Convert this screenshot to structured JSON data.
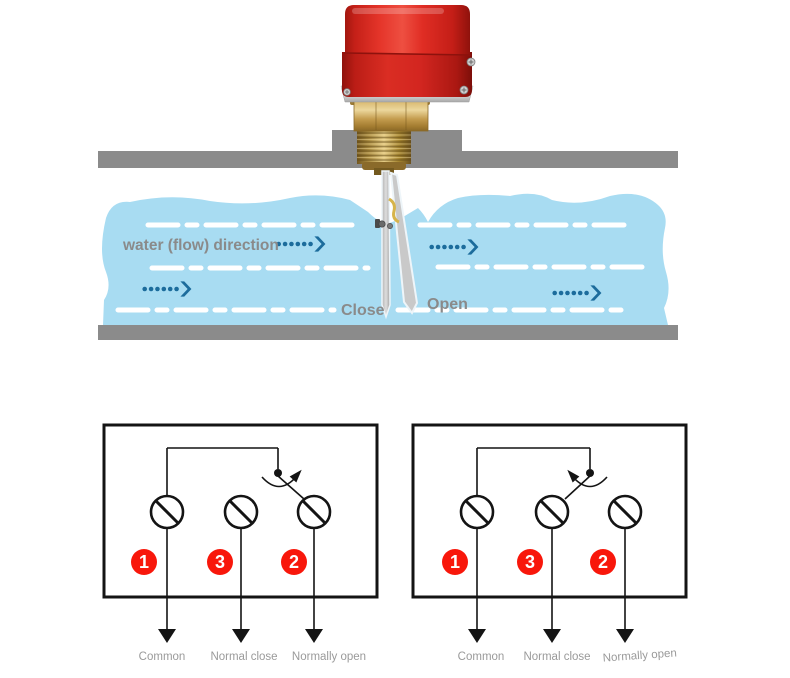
{
  "installation_view": {
    "flow_direction_label": "water (flow) direction",
    "paddle_state_labels": {
      "close": "Close",
      "open": "Open"
    }
  },
  "wiring_view": {
    "diagrams": [
      {
        "name": "lever-contacting-terminal-2",
        "lever_contact": "2",
        "terminals": [
          {
            "number": "1",
            "wire_label": "Common"
          },
          {
            "number": "3",
            "wire_label": "Normal close"
          },
          {
            "number": "2",
            "wire_label": "Normally open"
          }
        ]
      },
      {
        "name": "lever-contacting-terminal-3",
        "lever_contact": "3",
        "terminals": [
          {
            "number": "1",
            "wire_label": "Common"
          },
          {
            "number": "3",
            "wire_label": "Normal close"
          },
          {
            "number": "2",
            "wire_label": "Normally open"
          }
        ]
      }
    ]
  },
  "colors": {
    "water_blue": "#a8dcf2",
    "pipe_gray": "#8b8b8b",
    "flow_arrow_blue": "#1c6c9c",
    "flow_dash_white": "#ffffff",
    "label_gray": "#8a8a8a",
    "wire_label_gray": "#9a9a9a",
    "terminal_badge_red": "#f8170b",
    "diagram_line_black": "#141414"
  }
}
